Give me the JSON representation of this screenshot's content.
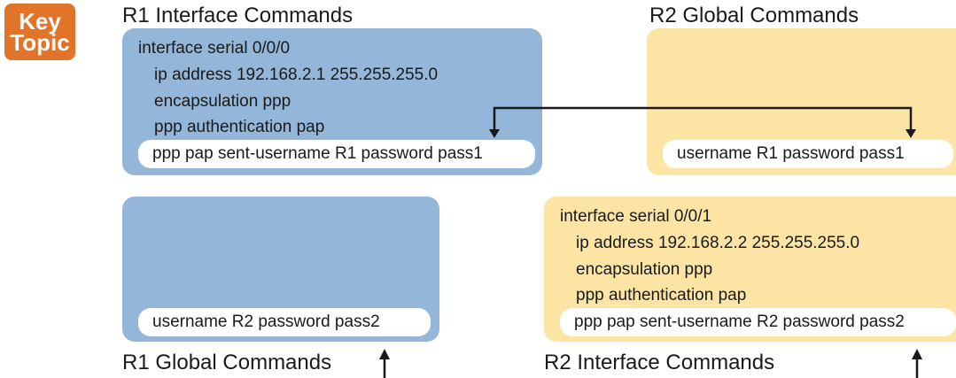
{
  "key_topic": {
    "line1": "Key",
    "line2": "Topic"
  },
  "r1_interface": {
    "heading": "R1 Interface Commands",
    "lines": [
      "interface serial 0/0/0",
      "ip address 192.168.2.1 255.255.255.0",
      "encapsulation ppp",
      "ppp authentication pap"
    ],
    "highlight": "ppp pap sent-username R1 password pass1"
  },
  "r2_global": {
    "heading": "R2 Global Commands",
    "highlight": "username R1 password pass1"
  },
  "r1_global": {
    "heading": "R1 Global Commands",
    "highlight": "username R2 password pass2"
  },
  "r2_interface": {
    "heading": "R2 Interface Commands",
    "lines": [
      "interface serial 0/0/1",
      "ip address 192.168.2.2 255.255.255.0",
      "encapsulation ppp",
      "ppp authentication pap"
    ],
    "highlight": "ppp pap sent-username R2 password pass2"
  },
  "colors": {
    "r1_box": "#93b6d9",
    "r2_box": "#fce4a5",
    "key_topic": "#e2742a",
    "arrow": "#1a1a1a"
  }
}
